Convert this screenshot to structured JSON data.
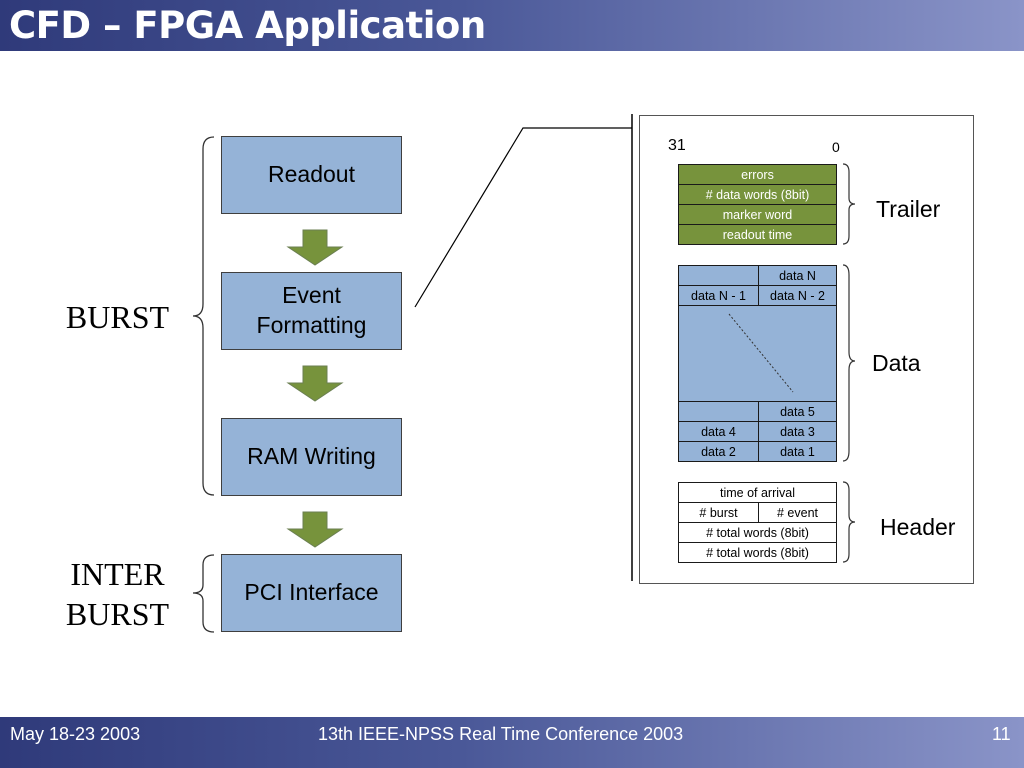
{
  "slide": {
    "title": "CFD – FPGA Application",
    "footer": {
      "date": "May 18-23 2003",
      "conference": "13th IEEE-NPSS Real Time Conference 2003",
      "page": "11"
    }
  },
  "pipeline": {
    "stages": [
      "Readout",
      "Event Formatting",
      "RAM Writing",
      "PCI Interface"
    ],
    "groups": {
      "burst": "BURST",
      "inter_burst": "INTER BURST"
    }
  },
  "packet": {
    "bit_high": "31",
    "bit_low": "0",
    "trailer": {
      "label": "Trailer",
      "rows": [
        "errors",
        "# data words (8bit)",
        "marker word",
        "readout time"
      ]
    },
    "data": {
      "label": "Data",
      "top_rows": [
        [
          "",
          "data N"
        ],
        [
          "data N - 1",
          "data N - 2"
        ]
      ],
      "bottom_rows": [
        [
          "",
          "data 5"
        ],
        [
          "data 4",
          "data 3"
        ],
        [
          "data 2",
          "data 1"
        ]
      ]
    },
    "header": {
      "label": "Header",
      "rows": [
        [
          "time of arrival"
        ],
        [
          "# burst",
          "# event"
        ],
        [
          "# total words (8bit)"
        ],
        [
          "# total words (8bit)"
        ]
      ]
    }
  },
  "colors": {
    "title_bar": "#2f3a7a",
    "stage_fill": "#95b3d7",
    "trailer_fill": "#77933c",
    "arrow_fill": "#77933c"
  }
}
